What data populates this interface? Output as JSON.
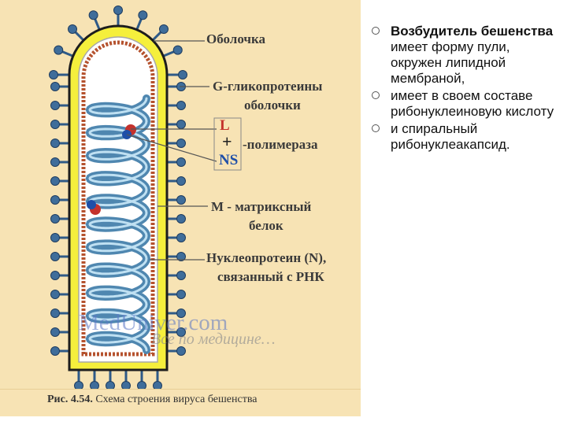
{
  "figure": {
    "labels": {
      "envelope": "Оболочка",
      "glyco_line1": "G-гликопротеины",
      "glyco_line2": "оболочки",
      "L": "L",
      "plus": "+",
      "polymerase": "-полимераза",
      "NS": "NS",
      "matrix_line1": "М - матриксный",
      "matrix_line2": "белок",
      "nucleo_line1": "Нуклеопротеин (N),",
      "nucleo_line2": "связанный с РНК"
    },
    "watermark_line1": "MedUniver.com",
    "watermark_line2": "Все по медицине…",
    "caption_bold": "Рис. 4.54.",
    "caption_text": " Схема строения вируса бешенства",
    "colors": {
      "panel": "#f7e3b4",
      "envelope": "#f5ef3c",
      "matrix": "#b5522e",
      "coil": "#4f87b0",
      "spike": "#2f5a87",
      "L": "#c4322c",
      "NS": "#1e4fa8"
    }
  },
  "bullets": [
    {
      "bold": "Возбудитель бешенства",
      "text": " имеет форму пули, окружен липидной мембраной,"
    },
    {
      "bold": "",
      "text": "имеет в своем составе рибонуклеиновую кислоту"
    },
    {
      "bold": "",
      "text": "и спиральный рибонуклеакапсид."
    }
  ]
}
